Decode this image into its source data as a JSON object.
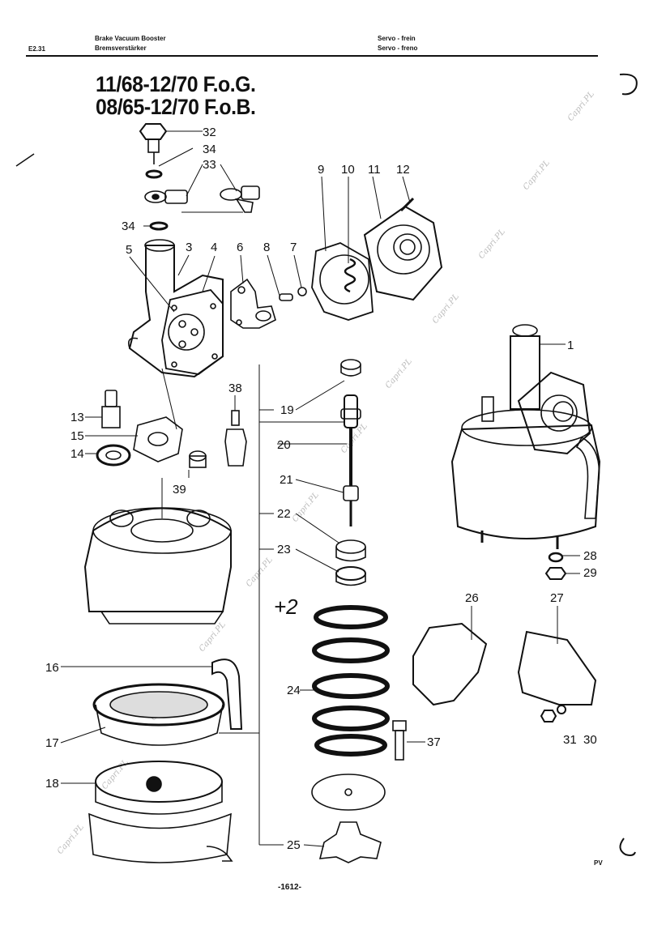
{
  "header": {
    "code": "E2.31",
    "en": "Brake Vacuum Booster",
    "de": "Bremsverstärker",
    "fr": "Servo - frein",
    "it": "Servo - freno"
  },
  "titles": {
    "line1": "11/68-12/70 F.o.G.",
    "line2": "08/65-12/70 F.o.B."
  },
  "part_labels": [
    "1",
    "3",
    "4",
    "5",
    "6",
    "7",
    "8",
    "9",
    "10",
    "11",
    "12",
    "13",
    "14",
    "15",
    "16",
    "17",
    "18",
    "19",
    "20",
    "21",
    "22",
    "23",
    "24",
    "25",
    "26",
    "27",
    "28",
    "29",
    "30",
    "31",
    "32",
    "33",
    "34",
    "34",
    "37",
    "38",
    "39",
    "+2"
  ],
  "watermark": "Capri.PL",
  "footer": {
    "page": "-1612-",
    "mark": "PV"
  }
}
